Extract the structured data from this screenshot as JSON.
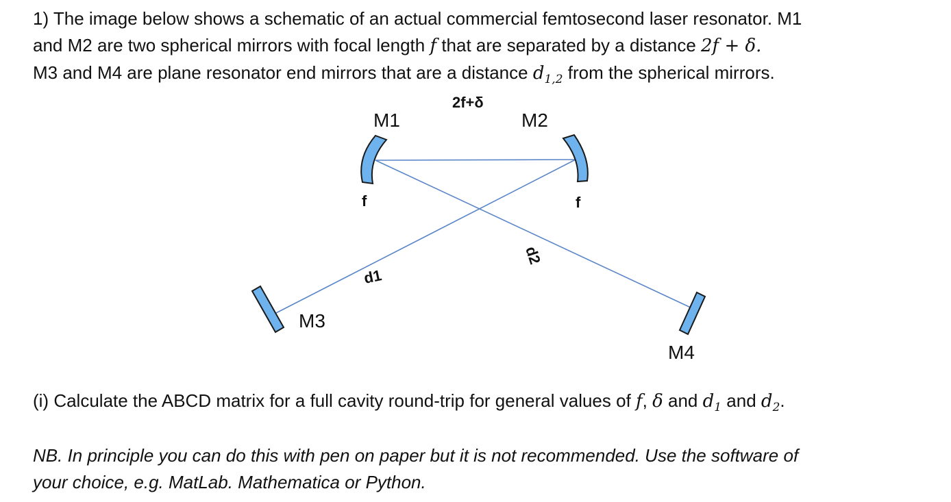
{
  "problem": {
    "intro_line1": "1) The image below shows a schematic of an actual commercial femtosecond laser resonator. M1",
    "intro_line2_a": "and M2 are two spherical mirrors with focal length ",
    "intro_line2_f": "f",
    "intro_line2_b": " that are separated by a distance ",
    "intro_line2_sep": "2f + δ.",
    "intro_line3_a": "M3 and M4 are plane resonator end mirrors that are a distance ",
    "intro_line3_d": "d",
    "intro_line3_sub": "1,2",
    "intro_line3_b": " from the spherical mirrors.",
    "question_a": "(i) Calculate the ABCD matrix for a full cavity round-trip for general values of ",
    "question_f": "f",
    "question_comma": ", ",
    "question_delta": "δ",
    "question_and1": " and ",
    "question_d1": "d",
    "question_d1_sub": "1",
    "question_and2": " and ",
    "question_d2": "d",
    "question_d2_sub": "2",
    "question_end": ".",
    "note_line1": "NB. In principle you can do this with pen on paper but it is not recommended. Use the software of",
    "note_line2": "your choice, e.g. MatLab. Mathematica or Python."
  },
  "diagram": {
    "label_sep": "2f+δ",
    "label_m1": "M1",
    "label_m2": "M2",
    "label_m3": "M3",
    "label_m4": "M4",
    "label_f_left": "f",
    "label_f_right": "f",
    "label_d1": "d1",
    "label_d2": "d2",
    "mirror_fill": "#6fb3ee",
    "mirror_stroke": "#1a1a1a",
    "beam_color": "#5b86c8"
  }
}
